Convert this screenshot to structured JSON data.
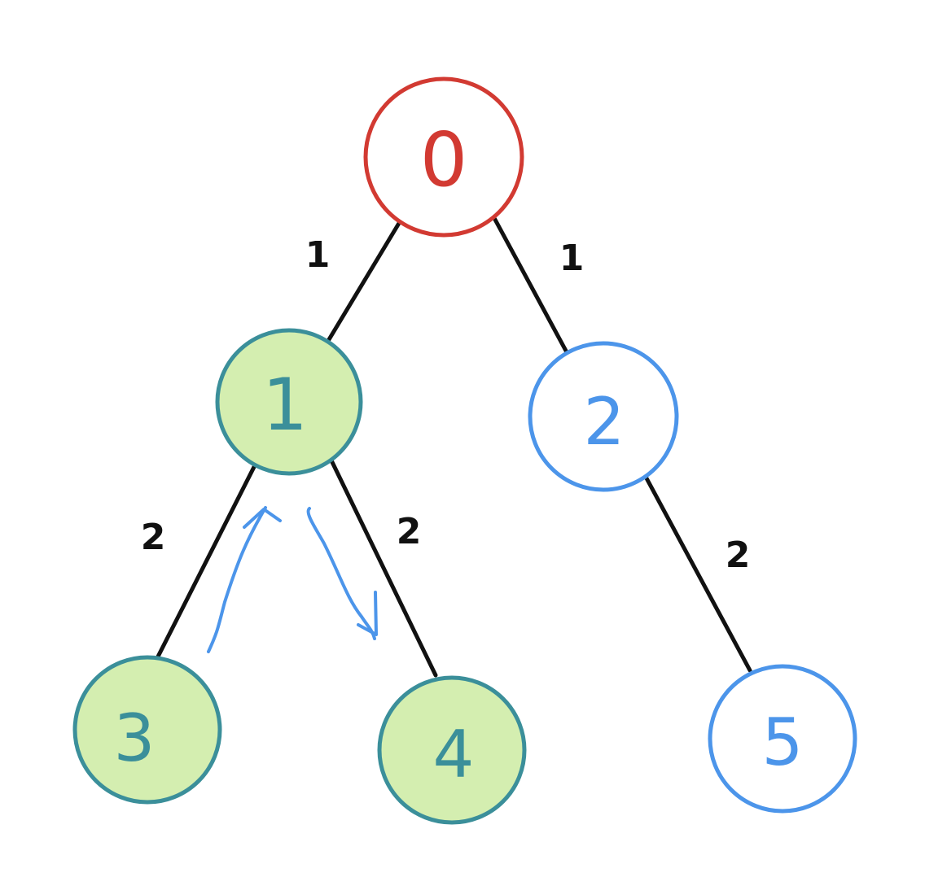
{
  "diagram": {
    "colors": {
      "root_stroke": "#d23a32",
      "node_stroke": "#4c95ea",
      "visited_fill": "#d4eeb0",
      "visited_stroke": "#3b8f9a",
      "edge": "#111111",
      "arrow": "#4c95ea"
    },
    "nodes": [
      {
        "id": "n0",
        "label": "0",
        "state": "root"
      },
      {
        "id": "n1",
        "label": "1",
        "state": "visited"
      },
      {
        "id": "n2",
        "label": "2",
        "state": "normal"
      },
      {
        "id": "n3",
        "label": "3",
        "state": "visited"
      },
      {
        "id": "n4",
        "label": "4",
        "state": "visited"
      },
      {
        "id": "n5",
        "label": "5",
        "state": "normal"
      }
    ],
    "edges": [
      {
        "from": "n0",
        "to": "n1",
        "weight": "1"
      },
      {
        "from": "n0",
        "to": "n2",
        "weight": "1"
      },
      {
        "from": "n1",
        "to": "n3",
        "weight": "2"
      },
      {
        "from": "n1",
        "to": "n4",
        "weight": "2"
      },
      {
        "from": "n2",
        "to": "n5",
        "weight": "2"
      }
    ],
    "arrows": [
      {
        "name": "arrow-3-to-1",
        "direction": "up"
      },
      {
        "name": "arrow-1-to-4",
        "direction": "down"
      }
    ]
  }
}
